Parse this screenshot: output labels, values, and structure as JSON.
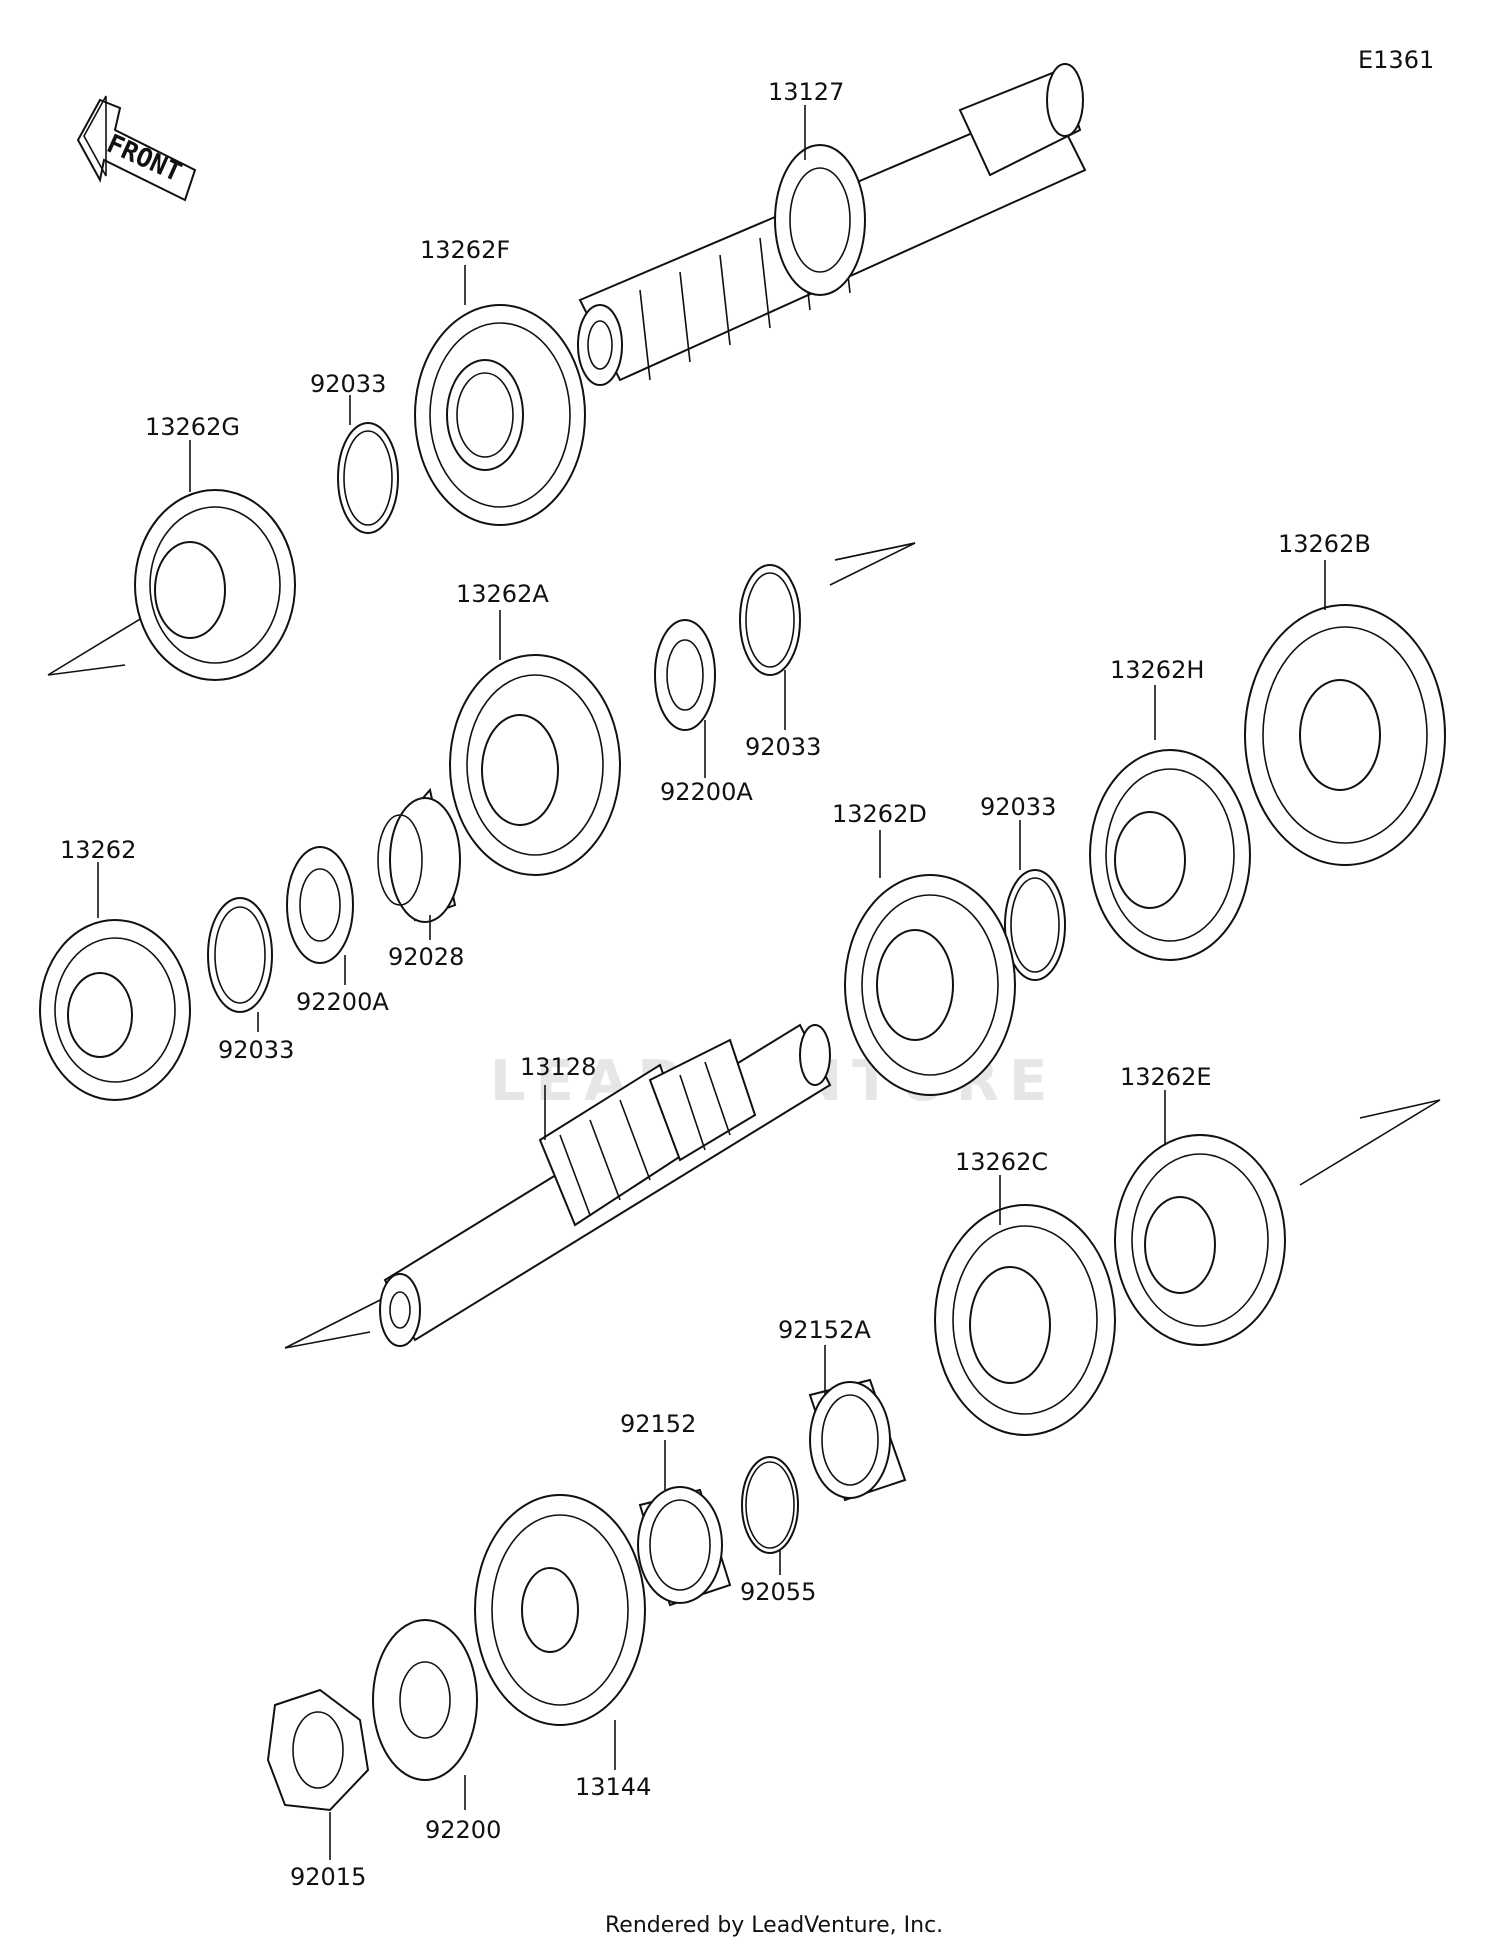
{
  "diagram_id": "E1361",
  "front_label": "FRONT",
  "watermark": "LEADVENTURE",
  "footer": "Rendered by LeadVenture, Inc.",
  "parts": [
    {
      "id": "13127",
      "label": "13127",
      "kind": "shaft"
    },
    {
      "id": "13262F",
      "label": "13262F",
      "kind": "gear"
    },
    {
      "id": "92033-a",
      "label": "92033",
      "kind": "circlip"
    },
    {
      "id": "13262G",
      "label": "13262G",
      "kind": "gear"
    },
    {
      "id": "13262A",
      "label": "13262A",
      "kind": "gear"
    },
    {
      "id": "92200A-a",
      "label": "92200A",
      "kind": "washer"
    },
    {
      "id": "92033-b",
      "label": "92033",
      "kind": "circlip"
    },
    {
      "id": "13262B",
      "label": "13262B",
      "kind": "gear"
    },
    {
      "id": "13262H",
      "label": "13262H",
      "kind": "gear"
    },
    {
      "id": "92033-c",
      "label": "92033",
      "kind": "circlip"
    },
    {
      "id": "13262D",
      "label": "13262D",
      "kind": "gear"
    },
    {
      "id": "13262",
      "label": "13262",
      "kind": "gear"
    },
    {
      "id": "92033-d",
      "label": "92033",
      "kind": "circlip"
    },
    {
      "id": "92200A-b",
      "label": "92200A",
      "kind": "washer"
    },
    {
      "id": "92028",
      "label": "92028",
      "kind": "bearing"
    },
    {
      "id": "13128",
      "label": "13128",
      "kind": "shaft"
    },
    {
      "id": "13262E",
      "label": "13262E",
      "kind": "gear"
    },
    {
      "id": "13262C",
      "label": "13262C",
      "kind": "gear"
    },
    {
      "id": "92152A",
      "label": "92152A",
      "kind": "collar"
    },
    {
      "id": "92152",
      "label": "92152",
      "kind": "collar"
    },
    {
      "id": "92055",
      "label": "92055",
      "kind": "o-ring"
    },
    {
      "id": "13144",
      "label": "13144",
      "kind": "sprocket"
    },
    {
      "id": "92200",
      "label": "92200",
      "kind": "washer"
    },
    {
      "id": "92015",
      "label": "92015",
      "kind": "nut"
    }
  ],
  "icons": {
    "front": "front-arrow-icon"
  }
}
